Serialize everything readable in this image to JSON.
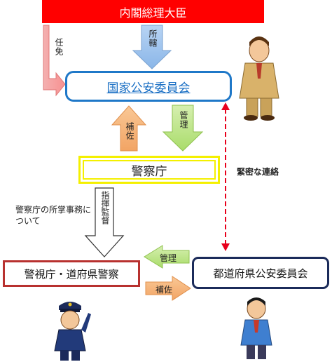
{
  "nodes": {
    "prime_minister": "内閣総理大臣",
    "npsc": "国家公安委員会",
    "npa": "警察庁",
    "mpd": "警視庁・道府県警察",
    "ppsc": "都道府県公安委員会"
  },
  "edges": {
    "appoint": "任免",
    "jurisdiction": "所轄",
    "assist_up": "補佐",
    "manage_down": "管理",
    "close_liaison": "緊密な連絡",
    "direct_supervise": "指揮監督",
    "manage_left": "管理",
    "assist_right": "補佐"
  },
  "notes": {
    "npa_affairs": "警察庁の所掌事務について"
  },
  "colors": {
    "prime_minister_fill": "#ff0000",
    "npsc_border": "#1f78c8",
    "npa_border": "#f4f000",
    "mpd_border": "#b8312f",
    "ppsc_border": "#1b2b5a",
    "liaison_line": "#e8001c"
  }
}
